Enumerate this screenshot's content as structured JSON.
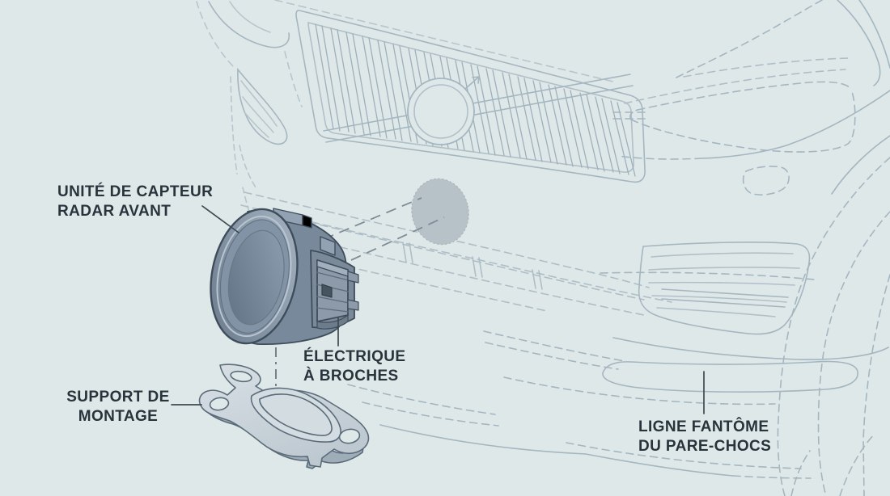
{
  "diagram": {
    "title_context": "front radar sensor installation diagram",
    "colors": {
      "background": "#dfe8e9",
      "car_line": "#a4b6c0",
      "car_line_light": "#b7c5cd",
      "label_text": "#27343c",
      "leader_line": "#3c4a52",
      "sensor_body": "#8496a8",
      "sensor_outline": "#3f4d5b",
      "bracket_fill": "#c6d0d7",
      "phantom_ellipse": "#b6c1c8"
    },
    "labels": {
      "sensor": {
        "line1": "UNITÉ DE CAPTEUR",
        "line2": "RADAR AVANT"
      },
      "connector": {
        "line1": "ÉLECTRIQUE",
        "line2": "À BROCHES"
      },
      "bracket": {
        "line1": "SUPPORT DE",
        "line2": "MONTAGE"
      },
      "bumper": {
        "line1": "LIGNE FANTÔME",
        "line2": "DU PARE-CHOCS"
      }
    }
  }
}
